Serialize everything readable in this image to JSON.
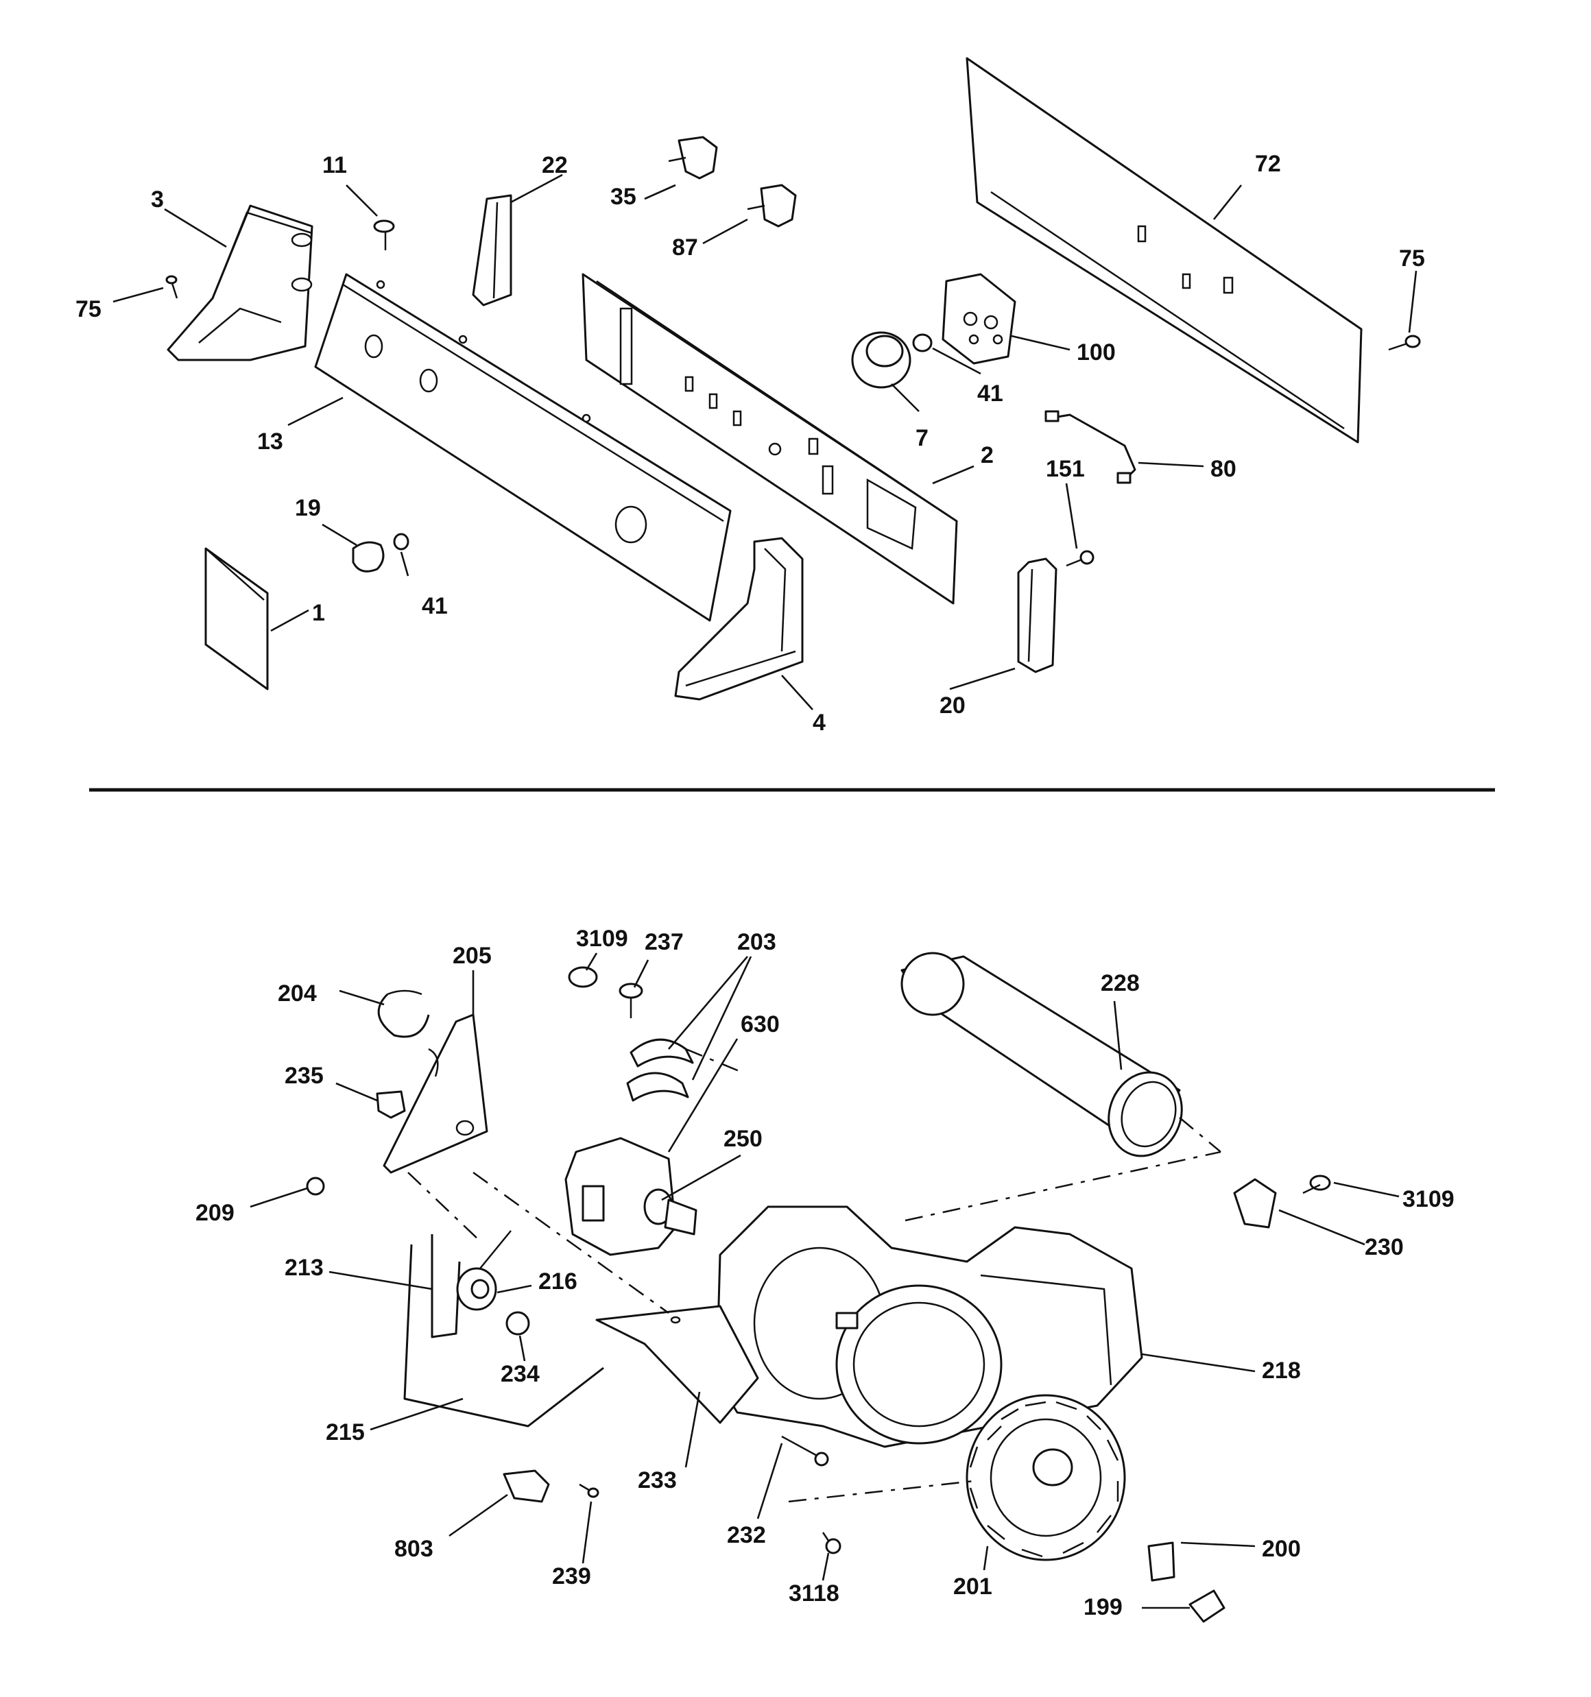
{
  "diagram": {
    "callouts": {
      "c1": "1",
      "c2": "2",
      "c3": "3",
      "c4": "4",
      "c7": "7",
      "c11": "11",
      "c13": "13",
      "c19": "19",
      "c20": "20",
      "c22": "22",
      "c35": "35",
      "c41a": "41",
      "c41b": "41",
      "c72": "72",
      "c75a": "75",
      "c75b": "75",
      "c80": "80",
      "c87": "87",
      "c100": "100",
      "c151": "151",
      "c199": "199",
      "c200": "200",
      "c201": "201",
      "c203": "203",
      "c204": "204",
      "c205": "205",
      "c209": "209",
      "c213": "213",
      "c215": "215",
      "c216": "216",
      "c218": "218",
      "c228": "228",
      "c230": "230",
      "c232": "232",
      "c233": "233",
      "c234": "234",
      "c235": "235",
      "c237": "237",
      "c239": "239",
      "c250": "250",
      "c630": "630",
      "c803": "803",
      "c3109a": "3109",
      "c3109b": "3109",
      "c3118": "3118"
    }
  }
}
